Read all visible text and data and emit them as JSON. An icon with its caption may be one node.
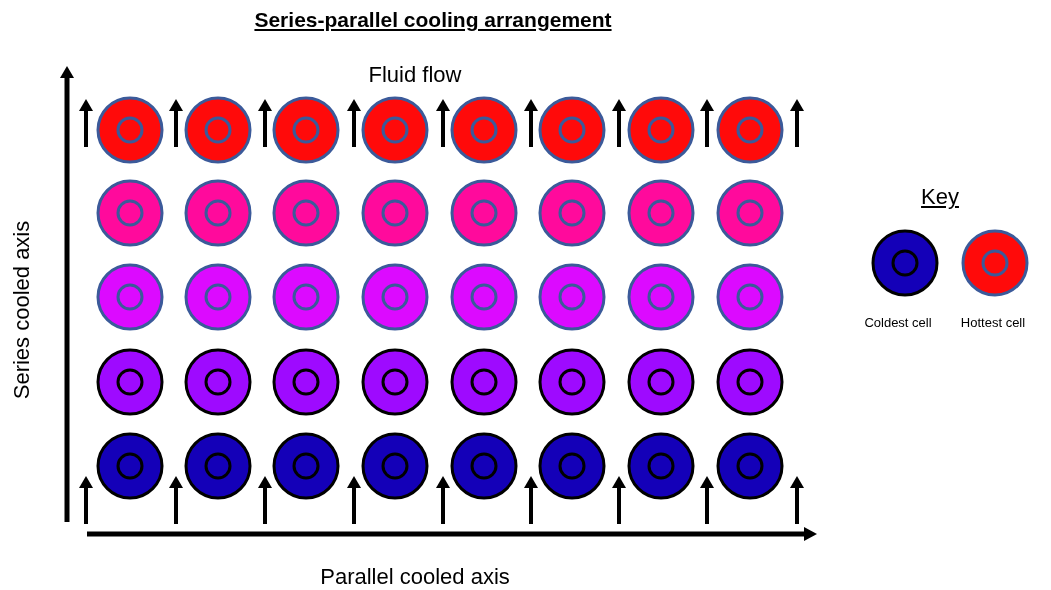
{
  "diagram": {
    "title": "Series-parallel cooling arrangement",
    "labels": [
      "Fluid flow",
      "Series cooled axis",
      "Parallel cooled axis",
      "Key"
    ],
    "legend": [
      {
        "text": "Coldest cell",
        "color": "#1400b8"
      },
      {
        "text": "Hottest cell",
        "color": "#ff0a0a"
      }
    ]
  }
}
